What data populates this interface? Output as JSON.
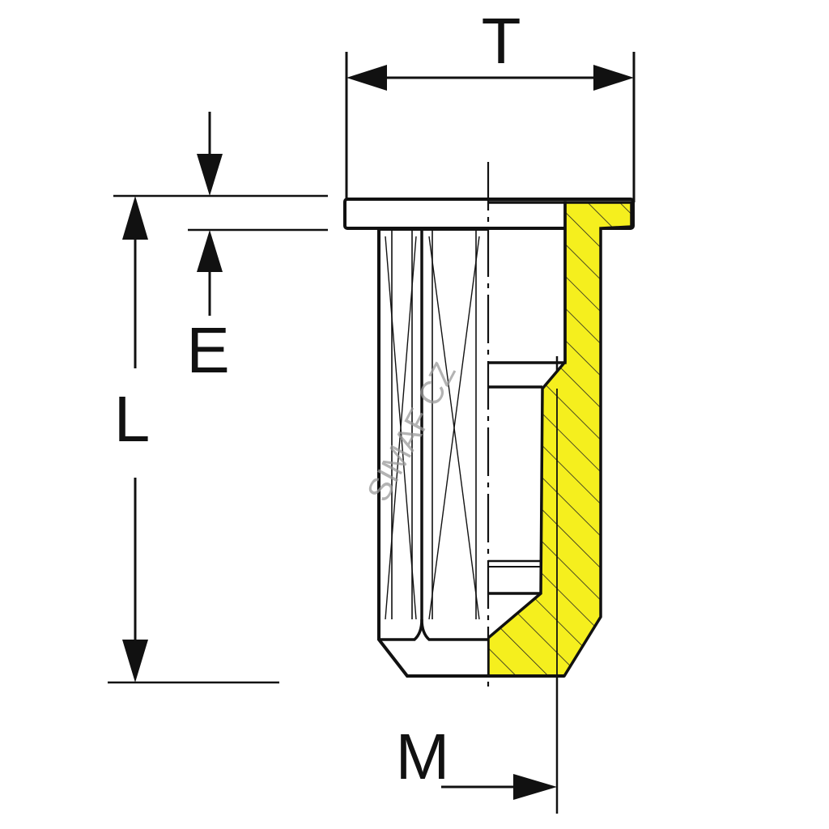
{
  "dimensions": {
    "T": "T",
    "E": "E",
    "L": "L",
    "M": "M"
  },
  "watermark": "SIMAF CZ",
  "colors": {
    "section_fill": "#f5ef1e",
    "line": "#111111",
    "background": "#ffffff"
  }
}
